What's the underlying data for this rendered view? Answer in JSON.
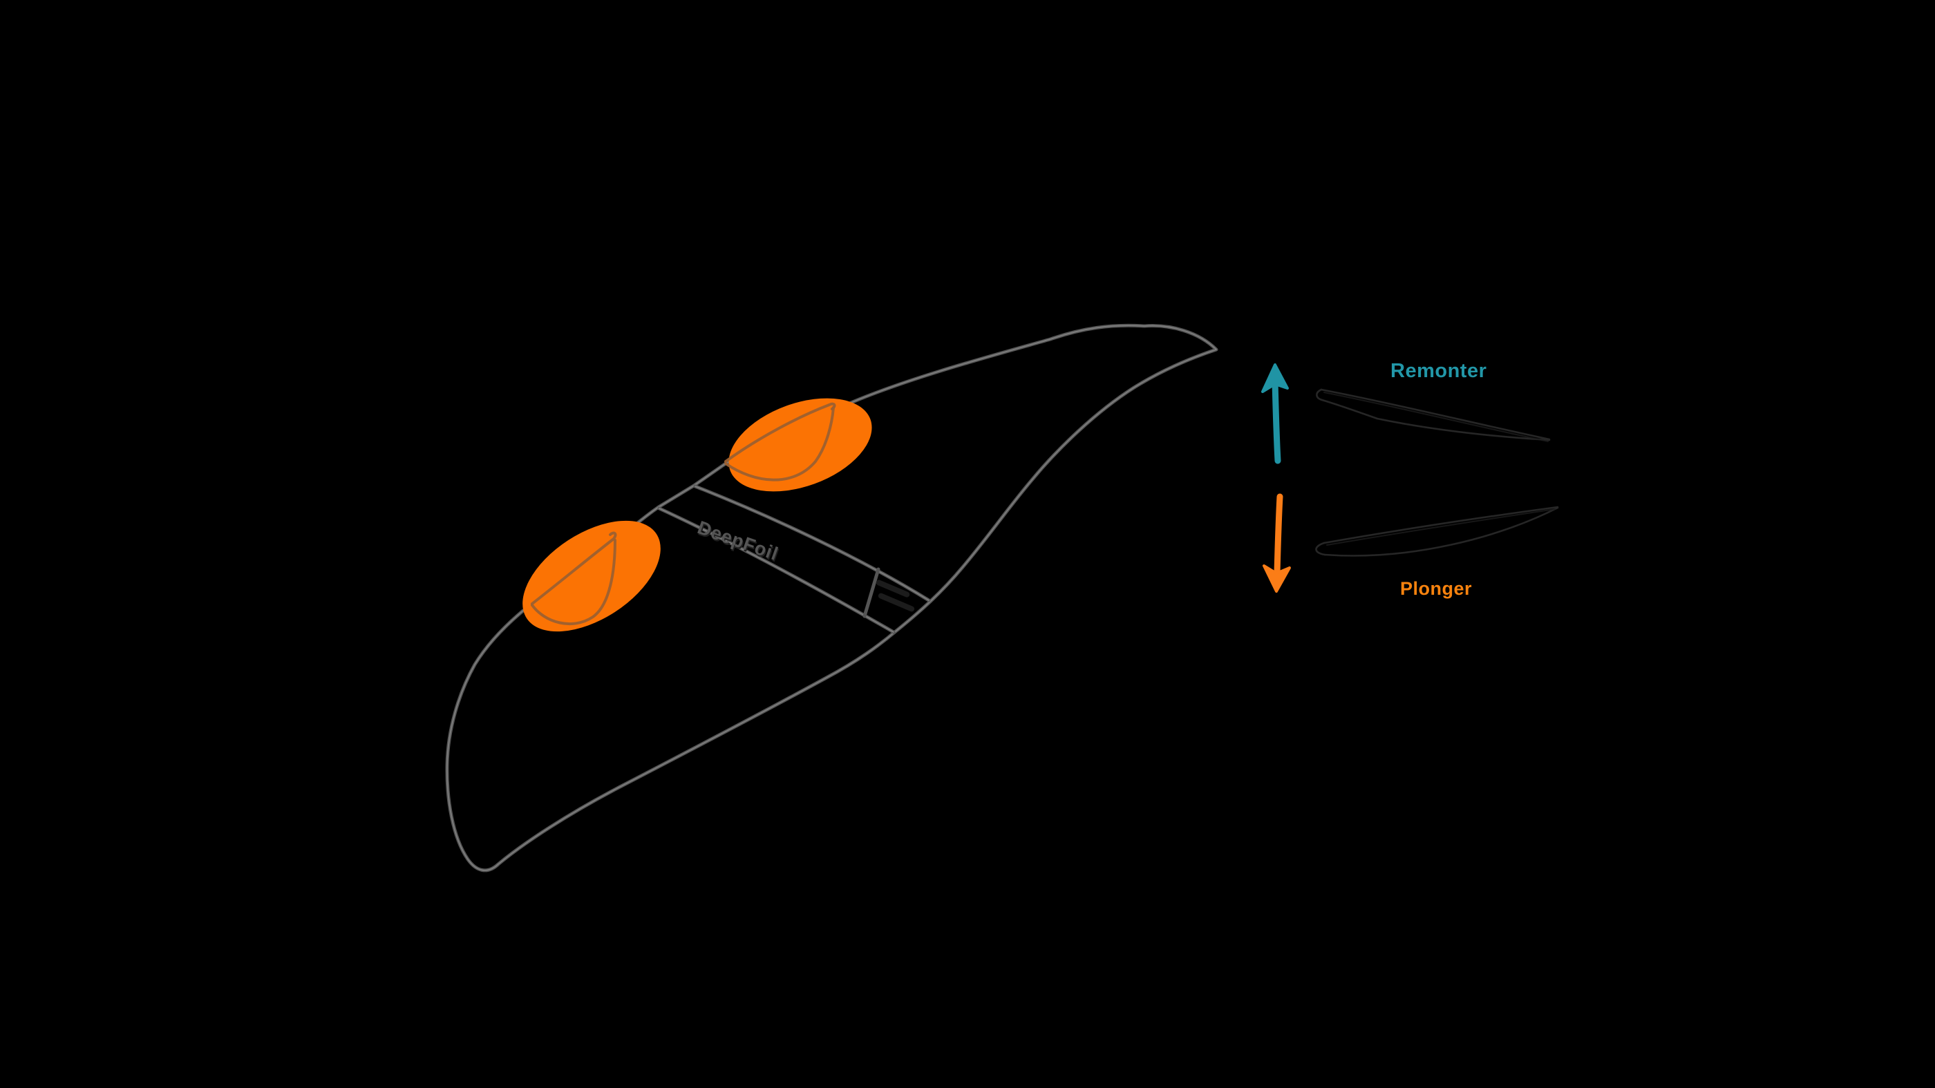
{
  "diagram": {
    "background_color": "#000000",
    "board": {
      "outline_icon": "handboard-outline-sketch",
      "outline_color": "#555555",
      "brand_label": "DeepFoil",
      "brand_text_color": "#555555",
      "pads": {
        "icon": "hand-grip-pad",
        "count": 2,
        "fill_color": "#fb7304",
        "pocket_line_color": "#9c6030"
      },
      "label_strip": {
        "icon": "label-strip-band",
        "line_color": "#555555",
        "fine_print_icon": "illegible-fine-print"
      }
    },
    "legend": {
      "up": {
        "label": "Remonter",
        "color": "#2297a8",
        "arrow_color": "#2094a5",
        "icon": "arrow-up-icon",
        "sketch_icon": "airfoil-tilt-up-sketch"
      },
      "down": {
        "label": "Plonger",
        "color": "#f9830e",
        "arrow_color": "#fb7d17",
        "icon": "arrow-down-icon",
        "sketch_icon": "airfoil-tilt-down-sketch"
      },
      "sketch_color": "#262626"
    }
  }
}
